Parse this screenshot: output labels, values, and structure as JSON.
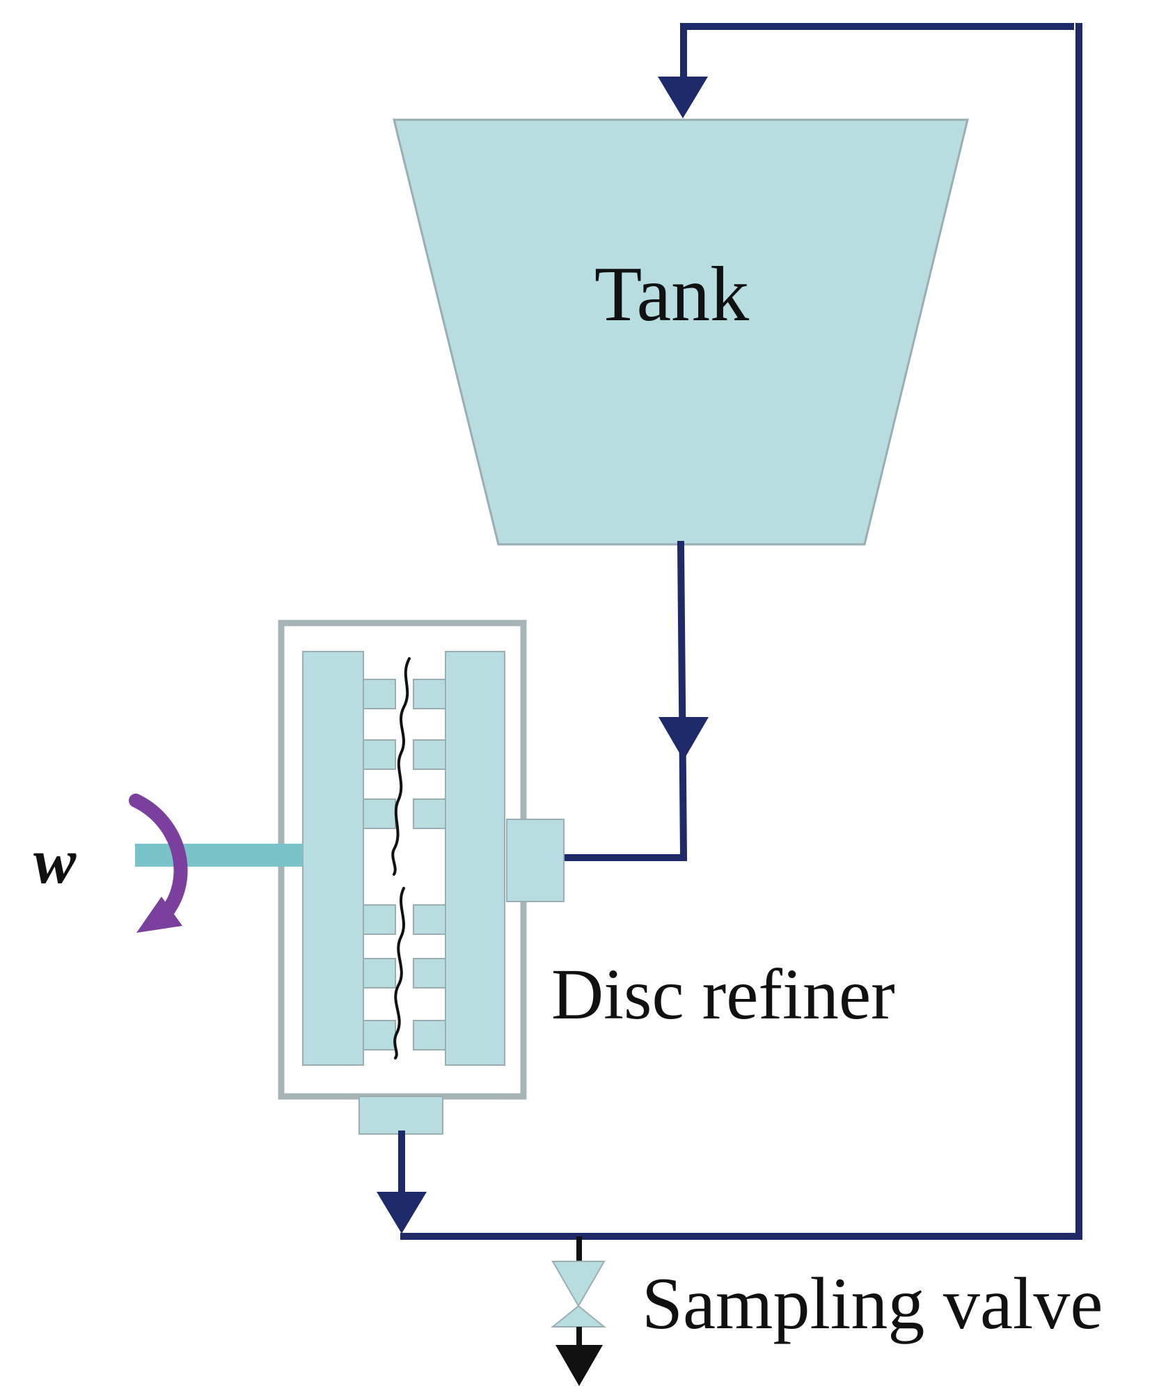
{
  "labels": {
    "tank": "Tank",
    "refiner": "Disc refiner",
    "valve": "Sampling valve",
    "rotation": "w"
  },
  "colors": {
    "pipe": "#1f2a6b",
    "equipment_fill": "#b7dde0",
    "equipment_stroke": "#9aaeb2",
    "casing": "#a6b4b8",
    "rotation_arrow": "#7b3f9e",
    "shaft": "#79c3c9",
    "fiber": "#111111",
    "outlet_arrow": "#111111"
  },
  "icons": {
    "rotation": "curved-rotation-arrow-icon",
    "valve": "hourglass-valve-icon"
  }
}
